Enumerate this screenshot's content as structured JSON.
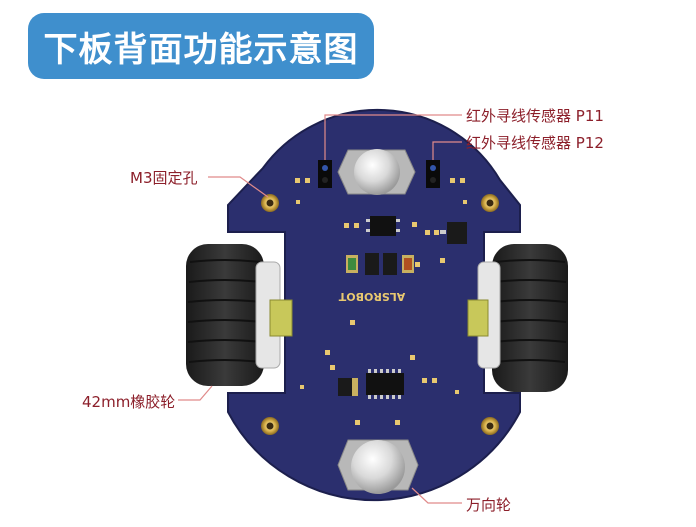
{
  "title": "下板背面功能示意图",
  "labels": {
    "sensor_p11": "红外寻线传感器 P11",
    "sensor_p12": "红外寻线传感器 P12",
    "m3_hole": "M3固定孔",
    "wheel": "42mm橡胶轮",
    "caster": "万向轮"
  },
  "board_text": "ALSROBOT",
  "colors": {
    "title_bg": "#3f8fcd",
    "pcb": "#2b2f6e",
    "callout_text": "#8c1f2a",
    "callout_line": "#e08a8a",
    "tire": "#2a2a2a",
    "motor": "#c8c85a"
  }
}
